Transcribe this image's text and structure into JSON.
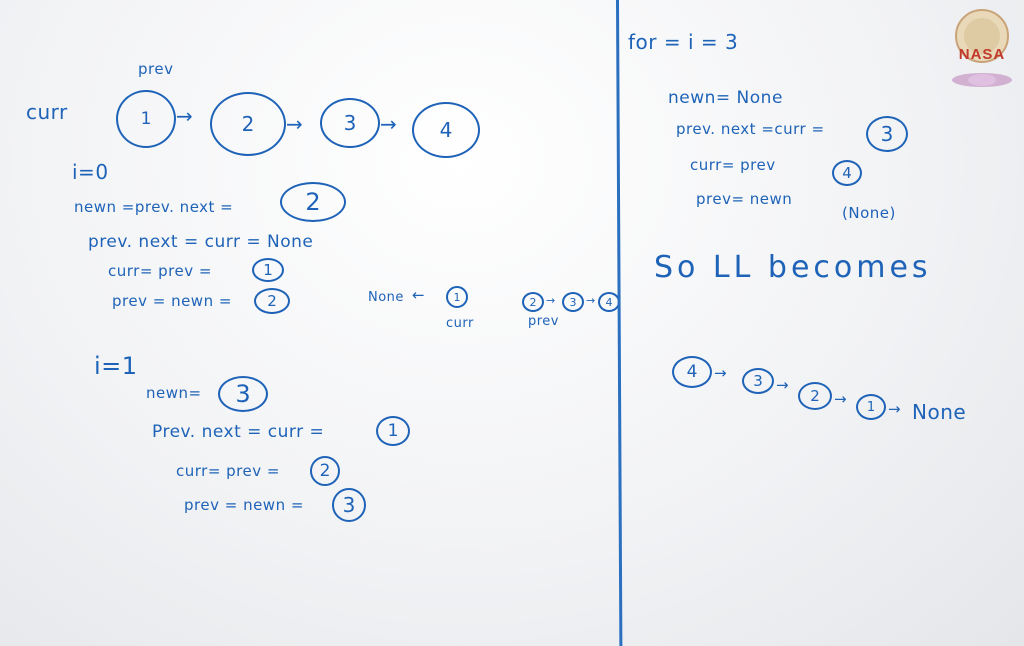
{
  "left": {
    "curr_label": "curr",
    "prev_label": "prev",
    "chain": [
      "1",
      "2",
      "3",
      "4"
    ],
    "i0": {
      "heading": "i=0",
      "line1_text": "newn =prev. next =",
      "line1_val": "2",
      "line2_text": "prev. next = curr = None",
      "line3_text": "curr= prev =",
      "line3_val": "1",
      "line4_text": "prev = newn =",
      "line4_val": "2"
    },
    "side_state": {
      "none_text": "None",
      "node_1": "1",
      "curr_label": "curr",
      "rest": [
        "2",
        "3",
        "4"
      ],
      "prev_label": "prev"
    },
    "i1": {
      "heading": "i=1",
      "line1_text": "newn=",
      "line1_val": "3",
      "line2_text": "Prev. next = curr =",
      "line2_val": "1",
      "line3_text": "curr= prev =",
      "line3_val": "2",
      "line4_text": "prev = newn =",
      "line4_val": "3"
    }
  },
  "right": {
    "heading": "for = i = 3",
    "line1_text": "newn= None",
    "line2_text": "prev. next =curr =",
    "line2_val": "3",
    "line3_text": "curr= prev",
    "line3_val": "4",
    "line4_text": "prev= newn",
    "line4_val": "(None)",
    "so_text": "So LL becomes",
    "result": [
      "4",
      "3",
      "2",
      "1"
    ],
    "result_end": "None"
  },
  "logo": {
    "icon": "nasa-logo-icon",
    "text": "NASA"
  },
  "colors": {
    "ink": "#1e63b8",
    "board": "#f2f3f5",
    "logo_red": "#c0392b"
  }
}
